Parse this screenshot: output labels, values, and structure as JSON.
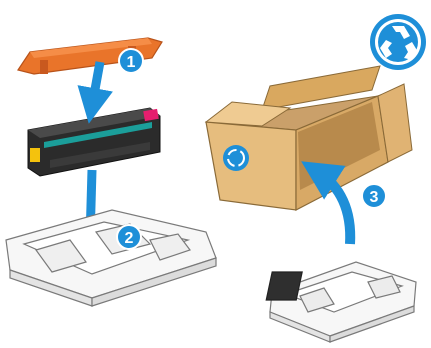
{
  "steps": [
    {
      "number": "1"
    },
    {
      "number": "2"
    },
    {
      "number": "3"
    }
  ],
  "icons": {
    "recycle_badge": "recycle-icon",
    "box_recycle_mark": "recycle-icon"
  },
  "colors": {
    "accent_blue": "#1e8fd8",
    "arrow_blue": "#1e8fd8",
    "shipping_cap": "#e9742a",
    "toner_body": "#2b2b2b",
    "toner_stripe": "#e51e6e",
    "toner_yellow": "#f4c20d",
    "cardboard": "#e6bd7e",
    "tray_line": "#7a7a7a"
  }
}
